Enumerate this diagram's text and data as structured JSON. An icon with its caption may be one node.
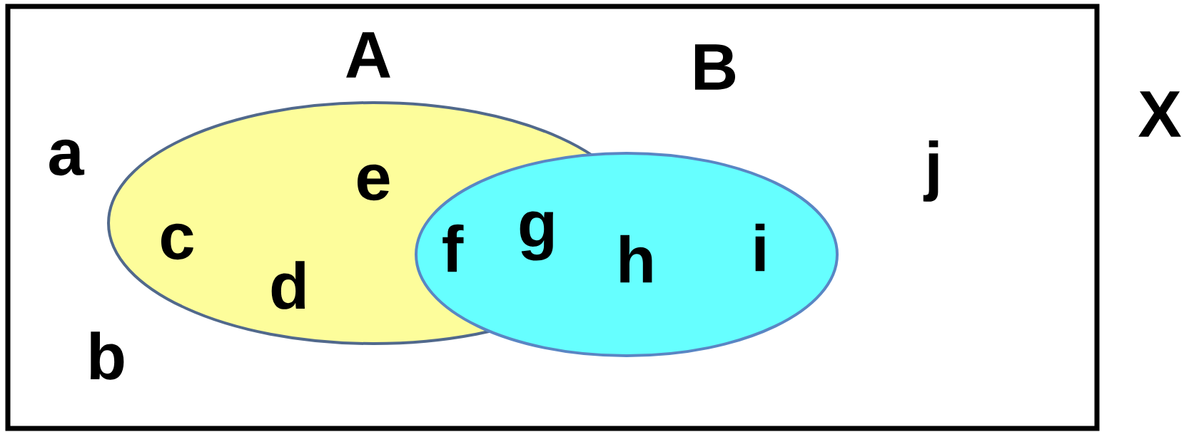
{
  "diagram": {
    "nodes": [
      {
        "text": [
          "X"
        ]
      },
      {
        "text": [
          "A"
        ],
        "in": 0
      },
      {
        "text": [
          "B"
        ],
        "in": 0
      }
    ],
    "labels": [
      "a",
      "b",
      "c",
      "d",
      "e",
      "f",
      "g",
      "h",
      "i",
      "j"
    ]
  }
}
